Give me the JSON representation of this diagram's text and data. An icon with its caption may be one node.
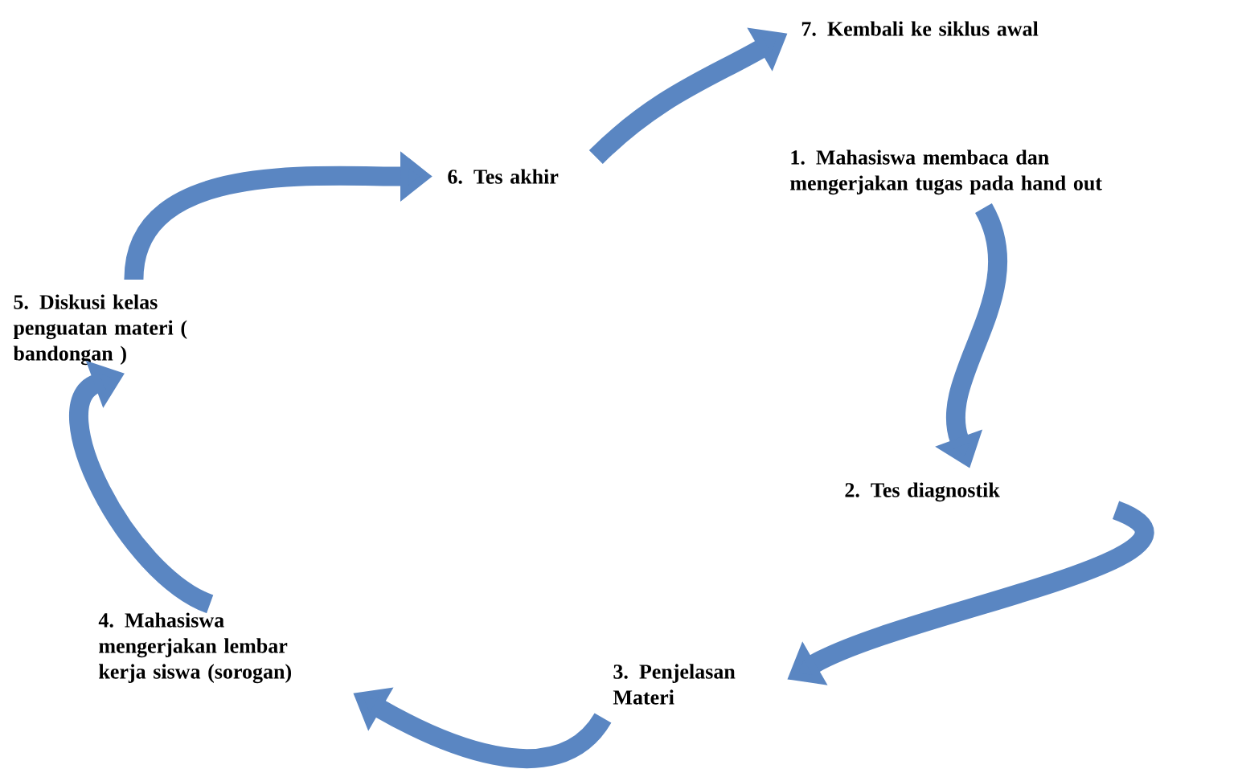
{
  "diagram": {
    "nodes": [
      {
        "text": [
          "1. Mahasiswa membaca dan mengerjakan tugas pada hand out"
        ]
      },
      {
        "text": [
          "2. Tes diagnostik"
        ]
      },
      {
        "text": [
          "3. Penjelasan Materi"
        ]
      },
      {
        "text": [
          "4. Mahasiswa mengerjakan lembar kerja siswa (sorogan)"
        ]
      },
      {
        "text": [
          "5. Diskusi kelas penguatan materi ( bandongan )"
        ]
      },
      {
        "text": [
          "6. Tes akhir"
        ]
      },
      {
        "text": [
          "7. Kembali ke siklus awal"
        ]
      }
    ],
    "edges": [
      {
        "from": 0,
        "to": 1,
        "arrow": "to"
      },
      {
        "from": 1,
        "to": 2,
        "arrow": "to"
      },
      {
        "from": 2,
        "to": 3,
        "arrow": "to"
      },
      {
        "from": 3,
        "to": 4,
        "arrow": "to"
      },
      {
        "from": 4,
        "to": 5,
        "arrow": "to"
      },
      {
        "from": 5,
        "to": 6,
        "arrow": "to"
      }
    ]
  }
}
